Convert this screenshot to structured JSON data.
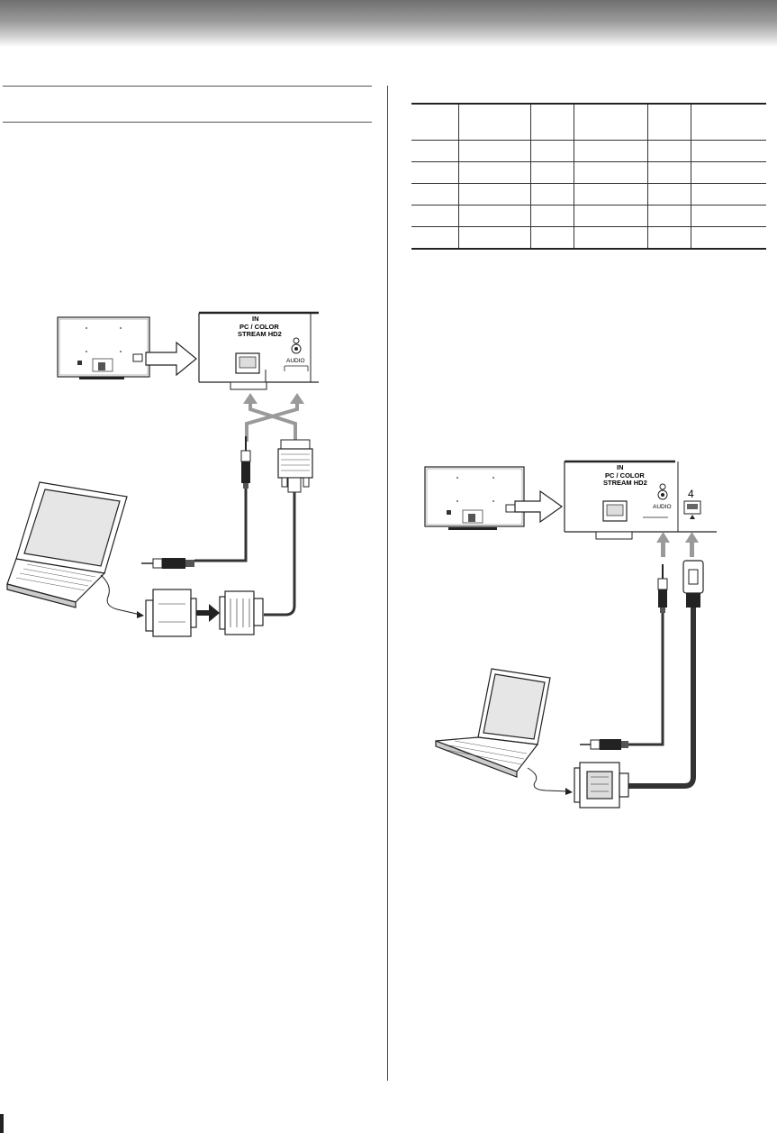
{
  "diagram1": {
    "panel_in": "IN",
    "panel_title_1": "PC / COLOR",
    "panel_title_2": "STREAM HD2",
    "audio_label": "AUDIO"
  },
  "diagram2": {
    "panel_in": "IN",
    "panel_title_1": "PC / COLOR",
    "panel_title_2": "STREAM HD2",
    "audio_label": "AUDIO",
    "hdmi_number": "4"
  },
  "table": {
    "rows": 5,
    "columns": 6
  },
  "colors": {
    "header_dark": "#6f6f6f",
    "arrow_gray": "#9a9a9a",
    "line": "#333333"
  }
}
